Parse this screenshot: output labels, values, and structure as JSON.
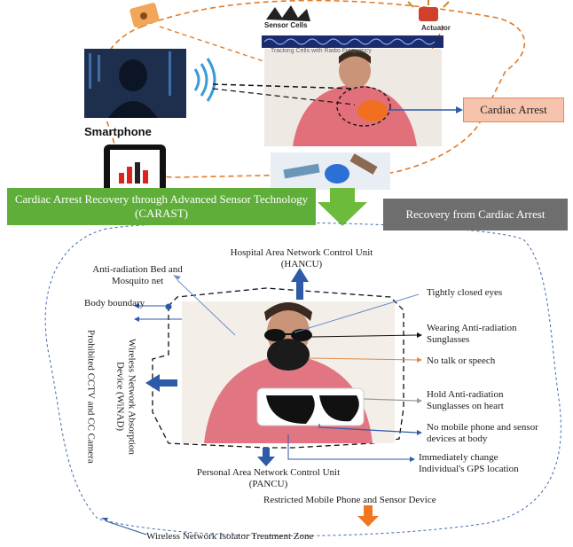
{
  "top": {
    "sensor_cells_label": "Sensor Cells",
    "actuator_label": "Actuator",
    "banner_text": "Tracking Cells with Radio Frequency",
    "smartphone_label": "Smartphone",
    "cardiac_arrest_label": "Cardiac Arrest",
    "carast_box": "Cardiac Arrest Recovery through Advanced Sensor Technology (CARAST)",
    "recovery_box": "Recovery from Cardiac Arrest"
  },
  "bottom": {
    "hancu": "Hospital Area Network Control Unit (HANCU)",
    "bed_net": "Anti-radiation Bed and Mosquito net",
    "body_boundary": "Body boundary",
    "winad": "Wireless Network Absorption Device (WiNAD)",
    "cctv": "Prohibited CCTV and CC Camera",
    "closed_eyes": "Tightly closed eyes",
    "sunglasses": "Wearing Anti-radiation Sunglasses",
    "no_talk": "No talk or speech",
    "hold_glasses": "Hold Anti-radiation Sunglasses on heart",
    "no_mobile": "No mobile phone and sensor devices at body",
    "gps": "Immediately change Individual's GPS location",
    "pancu": "Personal Area Network Control Unit (PANCU)",
    "restricted": "Restricted Mobile Phone and Sensor Device",
    "isolator_zone": "Wireless Network Isolator Treatment Zone"
  },
  "colors": {
    "orange_dash": "#e07b2a",
    "arrow_blue": "#2e5aa8",
    "green_box": "#5fae3a",
    "gray_box": "#6e6e6e",
    "salmon_box": "#f6c4ad"
  }
}
